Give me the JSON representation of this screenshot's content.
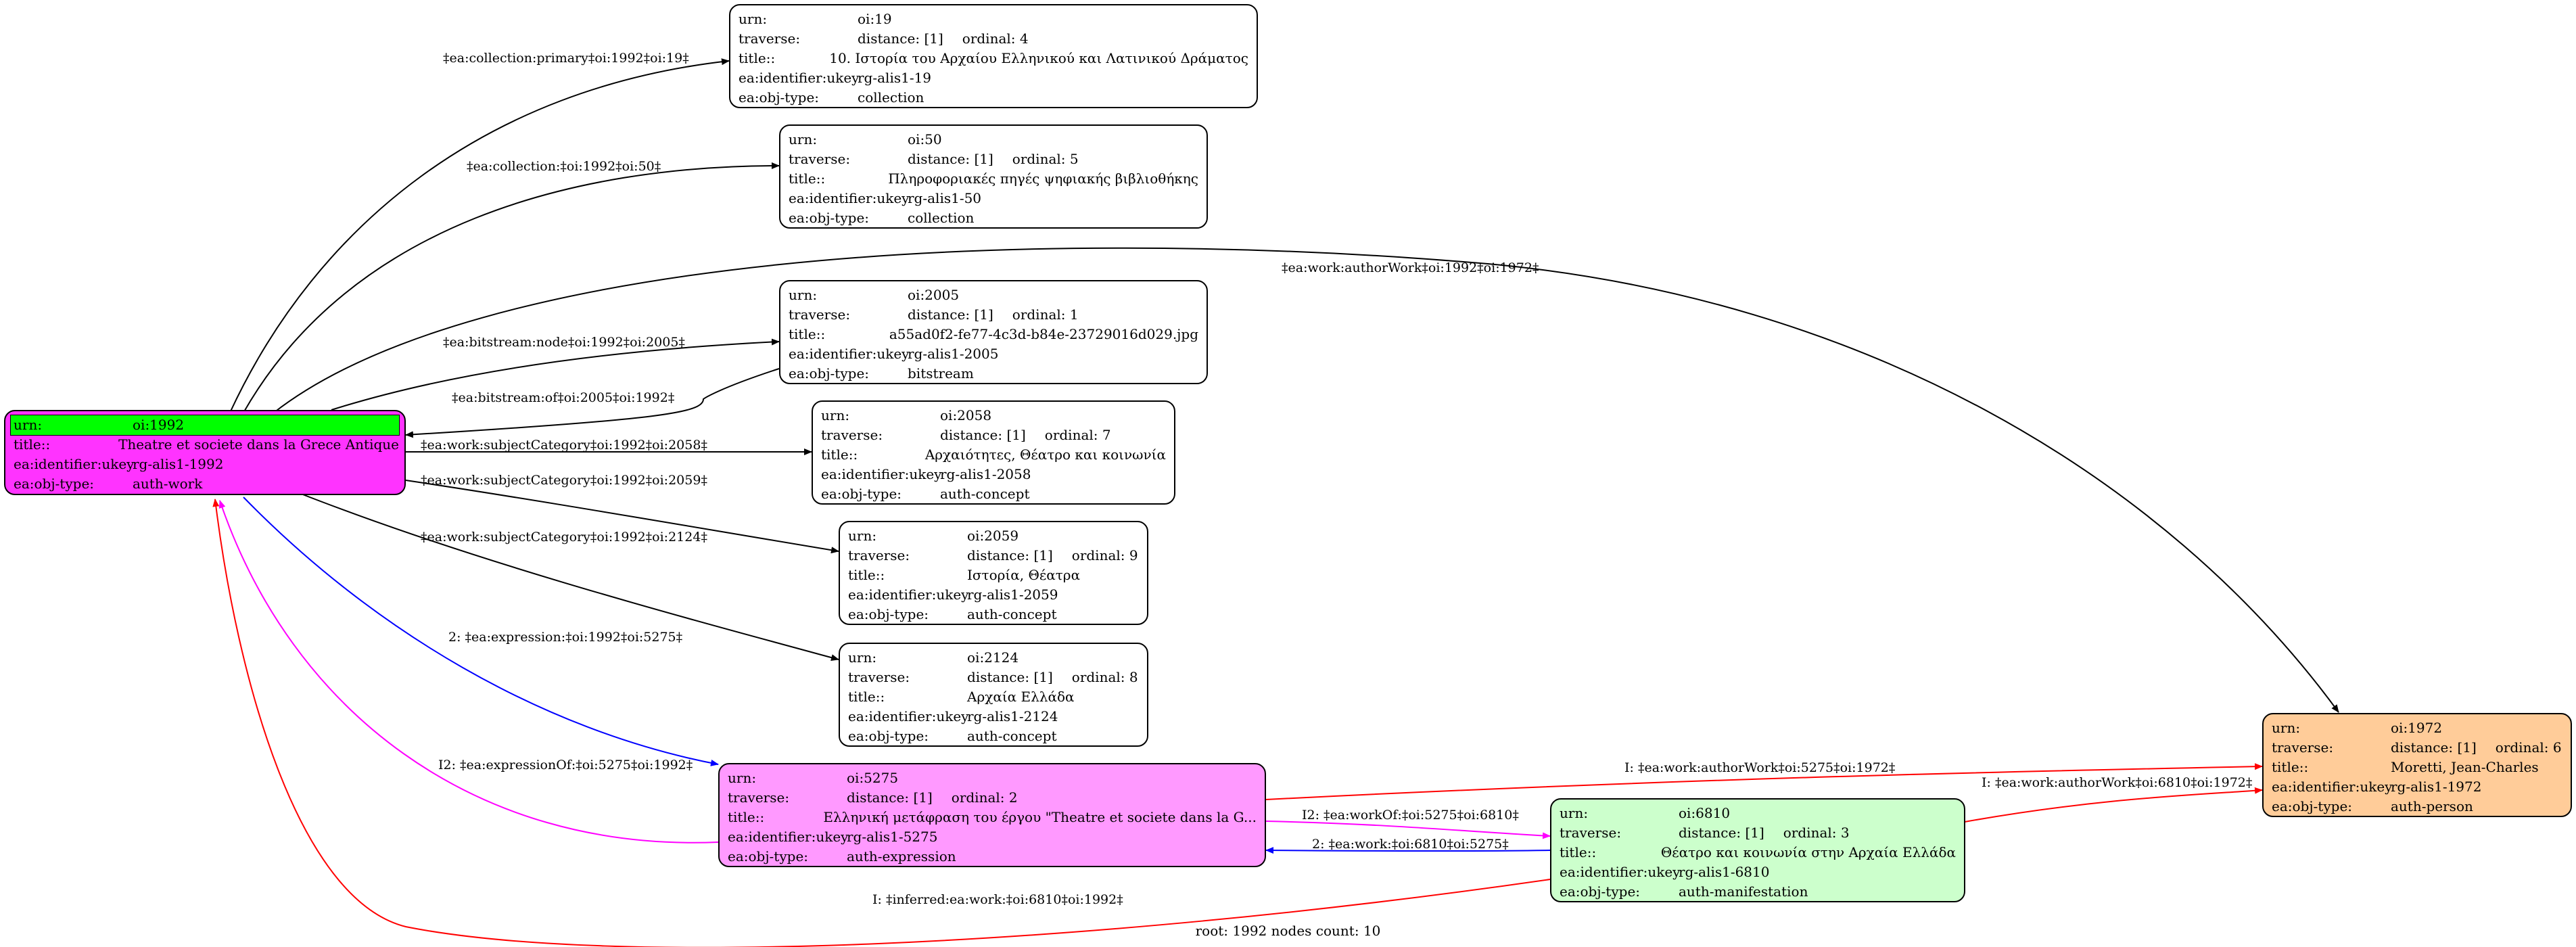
{
  "colors": {
    "root_fill": "#ff33ff",
    "root_header": "#00ff00",
    "expression_fill": "#ff99ff",
    "manifestation_fill": "#ccffcc",
    "person_fill": "#ffcc99",
    "edge_default": "#000000",
    "edge_expression": "#0000ff",
    "edge_expression_of": "#ff00ff",
    "edge_author": "#ff0000"
  },
  "keys": {
    "urn": "urn:",
    "traverse": "traverse:",
    "title": "title::",
    "ukey": "ea:identifier:ukey",
    "type": "ea:obj-type:"
  },
  "nodes": {
    "oi1992": {
      "urn": "oi:1992",
      "title": "Theatre et societe dans la Grece Antique",
      "ukey": "rg-alis1-1992",
      "type": "auth-work"
    },
    "oi19": {
      "urn": "oi:19",
      "distance": "distance: [1]",
      "ordinal": "ordinal: 4",
      "title": "10. Ιστορία του Αρχαίου Ελληνικού και Λατινικού Δράματος",
      "ukey": "rg-alis1-19",
      "type": "collection"
    },
    "oi50": {
      "urn": "oi:50",
      "distance": "distance: [1]",
      "ordinal": "ordinal: 5",
      "title": "Πληροφοριακές πηγές ψηφιακής βιβλιοθήκης",
      "ukey": "rg-alis1-50",
      "type": "collection"
    },
    "oi2005": {
      "urn": "oi:2005",
      "distance": "distance: [1]",
      "ordinal": "ordinal: 1",
      "title": "a55ad0f2-fe77-4c3d-b84e-23729016d029.jpg",
      "ukey": "rg-alis1-2005",
      "type": "bitstream"
    },
    "oi2058": {
      "urn": "oi:2058",
      "distance": "distance: [1]",
      "ordinal": "ordinal: 7",
      "title": "Αρχαιότητες, Θέατρο και κοινωνία",
      "ukey": "rg-alis1-2058",
      "type": "auth-concept"
    },
    "oi2059": {
      "urn": "oi:2059",
      "distance": "distance: [1]",
      "ordinal": "ordinal: 9",
      "title": "Ιστορία, Θέατρα",
      "ukey": "rg-alis1-2059",
      "type": "auth-concept"
    },
    "oi2124": {
      "urn": "oi:2124",
      "distance": "distance: [1]",
      "ordinal": "ordinal: 8",
      "title": "Αρχαία Ελλάδα",
      "ukey": "rg-alis1-2124",
      "type": "auth-concept"
    },
    "oi5275": {
      "urn": "oi:5275",
      "distance": "distance: [1]",
      "ordinal": "ordinal: 2",
      "title": "Ελληνική μετάφραση του έργου \"Theatre et societe dans la G...",
      "ukey": "rg-alis1-5275",
      "type": "auth-expression"
    },
    "oi6810": {
      "urn": "oi:6810",
      "distance": "distance: [1]",
      "ordinal": "ordinal: 3",
      "title": "Θέατρο και κοινωνία στην Αρχαία Ελλάδα",
      "ukey": "rg-alis1-6810",
      "type": "auth-manifestation"
    },
    "oi1972": {
      "urn": "oi:1972",
      "distance": "distance: [1]",
      "ordinal": "ordinal: 6",
      "title": "Moretti, Jean-Charles",
      "ukey": "rg-alis1-1972",
      "type": "auth-person"
    }
  },
  "edges": {
    "e19": "‡ea:collection:primary‡oi:1992‡oi:19‡",
    "e50": "‡ea:collection:‡oi:1992‡oi:50‡",
    "eauth": "‡ea:work:authorWork‡oi:1992‡oi:1972‡",
    "ebsnode": "‡ea:bitstream:node‡oi:1992‡oi:2005‡",
    "ebsof": "‡ea:bitstream:of‡oi:2005‡oi:1992‡",
    "e2058": "‡ea:work:subjectCategory‡oi:1992‡oi:2058‡",
    "e2059": "‡ea:work:subjectCategory‡oi:1992‡oi:2059‡",
    "e2124": "‡ea:work:subjectCategory‡oi:1992‡oi:2124‡",
    "eexpr": "2: ‡ea:expression:‡oi:1992‡oi:5275‡",
    "eexprof": "I2: ‡ea:expressionOf:‡oi:5275‡oi:1992‡",
    "eauth5275": "I: ‡ea:work:authorWork‡oi:5275‡oi:1972‡",
    "eworkof": "I2: ‡ea:workOf:‡oi:5275‡oi:6810‡",
    "ework": "2: ‡ea:work:‡oi:6810‡oi:5275‡",
    "eauth6810": "I: ‡ea:work:authorWork‡oi:6810‡oi:1972‡",
    "einferred": "I: ‡inferred:ea:work:‡oi:6810‡oi:1992‡"
  },
  "footer": "root: 1992 nodes count: 10"
}
